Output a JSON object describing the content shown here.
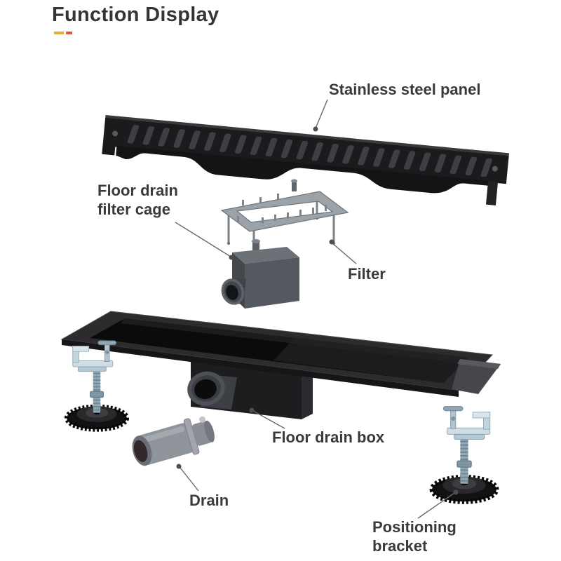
{
  "title": "Function Display",
  "labels": {
    "panel": "Stainless steel panel",
    "filter_cage": [
      "Floor drain",
      "filter cage"
    ],
    "filter": "Filter",
    "drain_box": "Floor drain box",
    "drain": "Drain",
    "bracket": [
      "Positioning",
      "bracket"
    ]
  },
  "colors": {
    "text": "#3a3a3d",
    "accent_orange": "#f0a43c",
    "accent_red": "#d9544f",
    "leader_line": "#68686b",
    "panel_black": "#1b1b1d",
    "channel_black": "#2c2c2f",
    "cage_gray": "#54595f",
    "filter_gray": "#9ba2a8",
    "drain_gray": "#8f939a",
    "bracket_silver": "#cfdde6"
  }
}
